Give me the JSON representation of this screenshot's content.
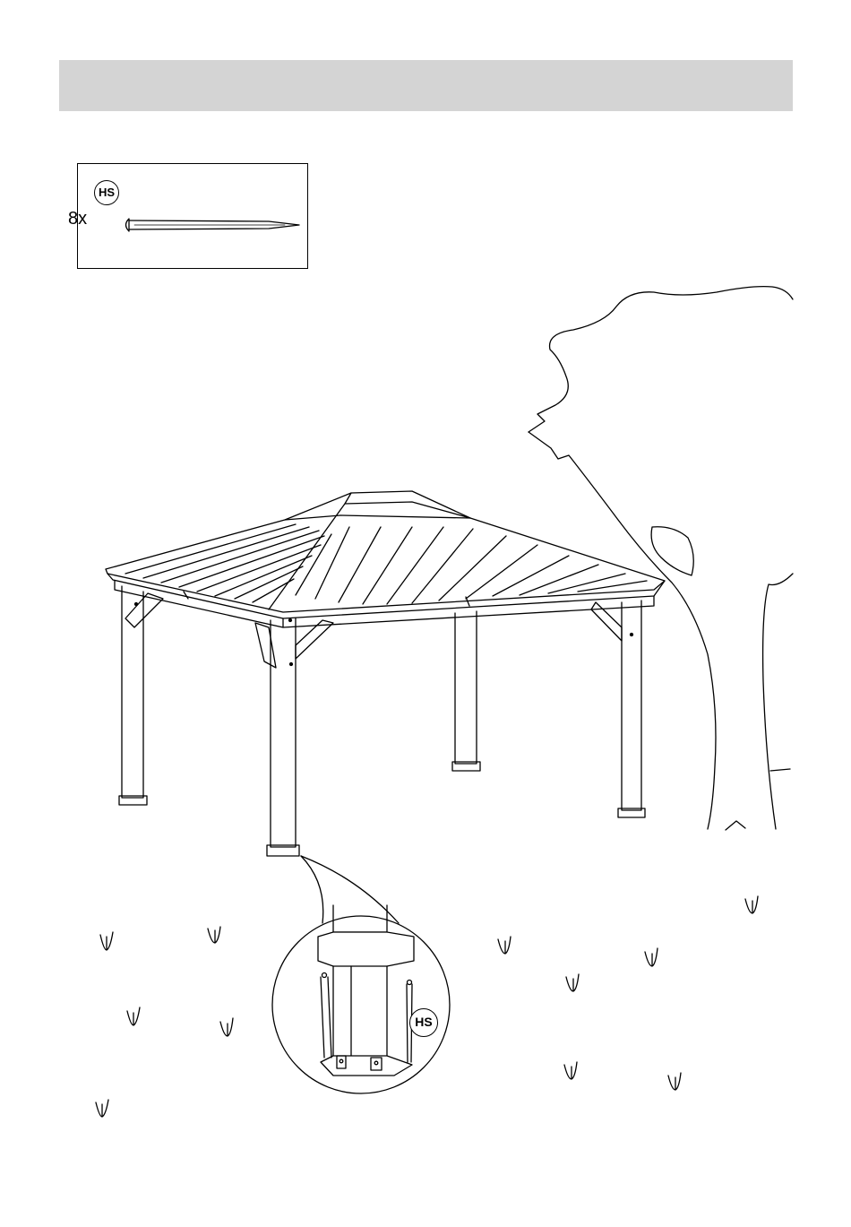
{
  "header": {
    "title": ""
  },
  "parts": {
    "quantity": "8x",
    "code": "HS",
    "part_icon": "ground-stake-icon"
  },
  "detail": {
    "code": "HS",
    "icon": "post-base-anchor-detail"
  },
  "scene": {
    "main_object": "gazebo-icon",
    "background": "tree-icon",
    "ground": "grass-tuft-icon"
  }
}
